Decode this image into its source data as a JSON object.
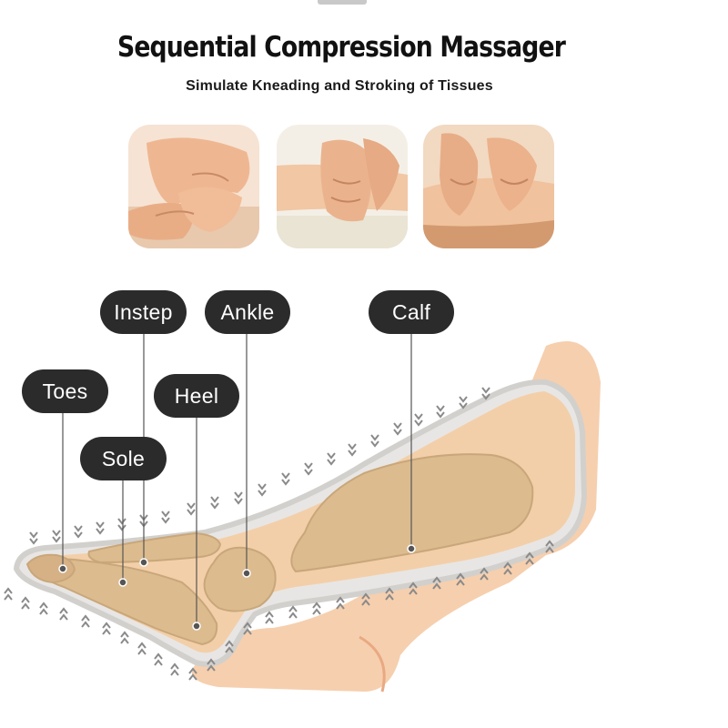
{
  "header": {
    "title": "Sequential Compression Massager",
    "subtitle": "Simulate Kneading and Stroking of Tissues"
  },
  "photos": [
    {
      "name": "foot-kneading-photo"
    },
    {
      "name": "ankle-massage-photo"
    },
    {
      "name": "calf-stroking-photo"
    }
  ],
  "zones": {
    "instep": "Instep",
    "ankle": "Ankle",
    "calf": "Calf",
    "toes": "Toes",
    "heel": "Heel",
    "sole": "Sole"
  },
  "colors": {
    "label_bg": "#2b2b2b",
    "label_text": "#ffffff",
    "skin": "#f3c49a",
    "chamber": "#d9b78c",
    "arrow": "#8a8a8a"
  }
}
